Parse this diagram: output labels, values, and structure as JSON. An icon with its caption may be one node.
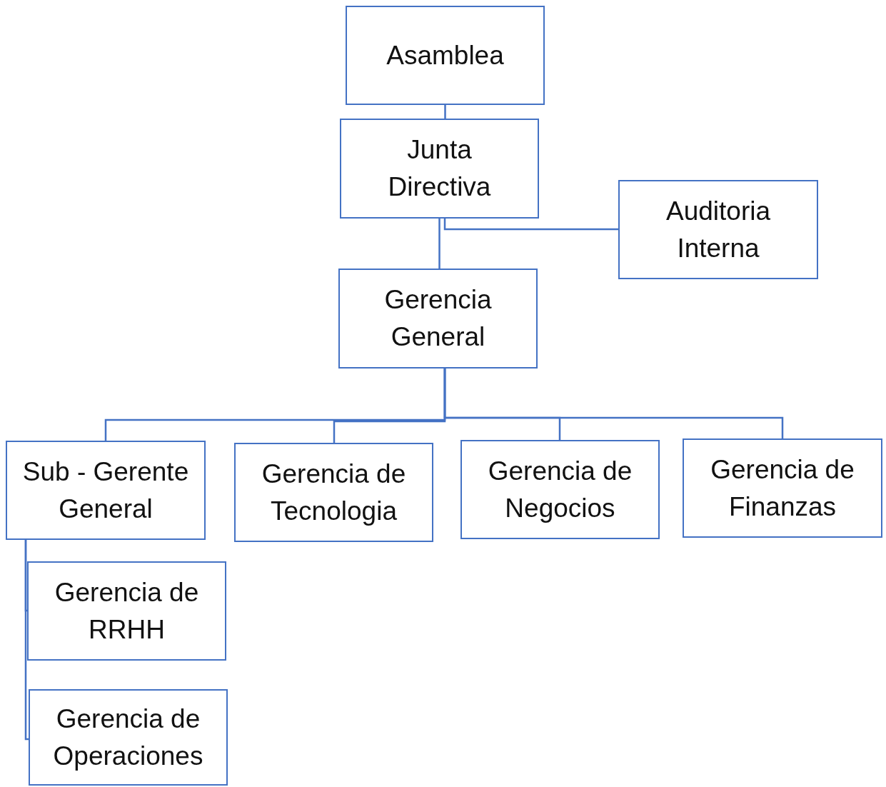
{
  "diagram": {
    "nodes": [
      {
        "text": [
          "Asamblea"
        ]
      },
      {
        "text": [
          "Junta Directiva"
        ]
      },
      {
        "text": [
          "Auditoria Interna"
        ]
      },
      {
        "text": [
          "Gerencia General"
        ]
      },
      {
        "text": [
          "Sub - Gerente General"
        ]
      },
      {
        "text": [
          "Gerencia de Tecnologia"
        ]
      },
      {
        "text": [
          "Gerencia de Negocios"
        ]
      },
      {
        "text": [
          "Gerencia de Finanzas"
        ]
      },
      {
        "text": [
          "Gerencia de RRHH"
        ]
      },
      {
        "text": [
          "Gerencia de Operaciones"
        ]
      }
    ],
    "edges": [
      {
        "from": 0,
        "to": 1,
        "arrow": "none"
      },
      {
        "from": 1,
        "to": 3,
        "arrow": "none"
      },
      {
        "from": 1,
        "to": 2,
        "arrow": "none"
      },
      {
        "from": 3,
        "to": 4,
        "arrow": "none"
      },
      {
        "from": 3,
        "to": 5,
        "arrow": "none"
      },
      {
        "from": 3,
        "to": 6,
        "arrow": "none"
      },
      {
        "from": 3,
        "to": 7,
        "arrow": "none"
      },
      {
        "from": 4,
        "to": 8,
        "arrow": "none"
      },
      {
        "from": 4,
        "to": 9,
        "arrow": "none"
      }
    ]
  }
}
